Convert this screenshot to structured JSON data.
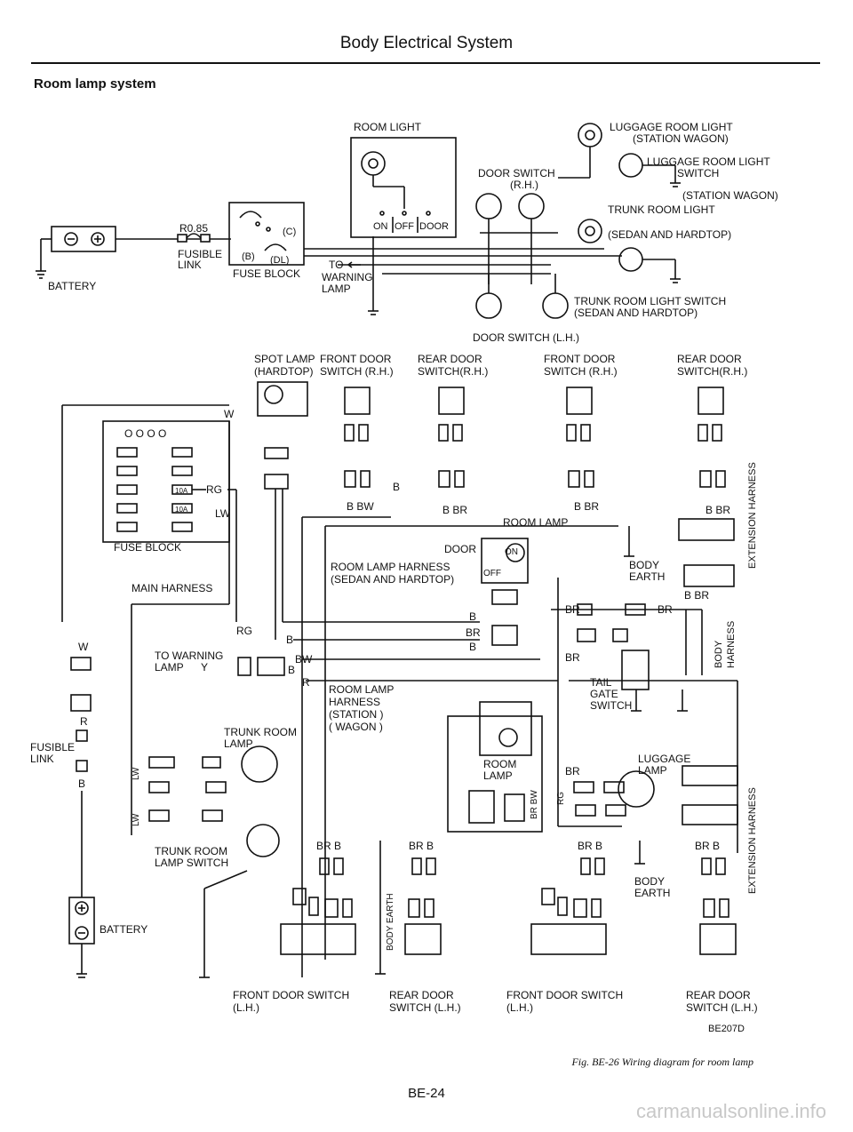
{
  "header": {
    "title": "Body Electrical System"
  },
  "section": {
    "title": "Room lamp system"
  },
  "top_diagram": {
    "room_light": "ROOM LIGHT",
    "switch_positions": [
      "ON",
      "OFF",
      "DOOR"
    ],
    "fusible_link_rating": "R0.85",
    "fusible_link": "FUSIBLE\nLINK",
    "battery": "BATTERY",
    "fuse_block": "FUSE BLOCK",
    "fuse_terminals": [
      "(C)",
      "(B)",
      "(DL)"
    ],
    "to_warning_lamp": "TO\nWARNING\nLAMP",
    "door_switch_rh": "DOOR SWITCH\n(R.H.)",
    "door_switch_lh": "DOOR SWITCH (L.H.)",
    "luggage_room_light": "LUGGAGE ROOM LIGHT\n(STATION WAGON)",
    "luggage_room_light_switch": "LUGGAGE ROOM LIGHT\nSWITCH",
    "station_wagon": "(STATION WAGON)",
    "trunk_room_light": "TRUNK ROOM LIGHT\n(SEDAN AND HARDTOP)",
    "trunk_room_light_switch": "TRUNK ROOM LIGHT SWITCH\n(SEDAN AND HARDTOP)"
  },
  "bottom_diagram": {
    "spot_lamp": "SPOT LAMP\n(HARDTOP)",
    "front_door_switch_rh": "FRONT DOOR\nSWITCH (R.H.)",
    "rear_door_switch_rh": "REAR DOOR\nSWITCH(R.H.)",
    "front_door_switch_rh_2": "FRONT DOOR\nSWITCH (R.H.)",
    "rear_door_switch_rh_2": "REAR DOOR\nSWITCH(R.H.)",
    "fuse_block": "FUSE BLOCK",
    "fuse_10a": "10A",
    "main_harness": "MAIN HARNESS",
    "to_warning_lamp": "TO WARNING\nLAMP",
    "room_lamp": "ROOM LAMP",
    "door": "DOOR",
    "on": "ON",
    "off": "OFF",
    "room_lamp_harness_sedan": "ROOM LAMP HARNESS\n(SEDAN AND HARDTOP)",
    "room_lamp_harness_wagon": "ROOM LAMP\nHARNESS\n(STATION )\n( WAGON )",
    "room_lamp_2": "ROOM\nLAMP",
    "body_earth": "BODY\nEARTH",
    "body_harness": "BODY\nHARNESS",
    "extension_harness": "EXTENSION HARNESS",
    "tail_gate_switch": "TAIL\nGATE\nSWITCH",
    "trunk_room_lamp": "TRUNK ROOM\nLAMP",
    "trunk_room_lamp_switch": "TRUNK ROOM\nLAMP SWITCH",
    "luggage_lamp": "LUGGAGE\nLAMP",
    "fusible_link": "FUSIBLE\nLINK",
    "battery": "BATTERY",
    "body_earth_vertical": "BODY EARTH",
    "front_door_switch_lh": "FRONT DOOR SWITCH\n(L.H.)",
    "rear_door_switch_lh": "REAR DOOR\nSWITCH (L.H.)",
    "front_door_switch_lh_2": "FRONT DOOR SWITCH\n(L.H.)",
    "rear_door_switch_lh_2": "REAR DOOR\nSWITCH (L.H.)",
    "wire_colors": [
      "W",
      "RG",
      "LW",
      "Y",
      "B",
      "BW",
      "R",
      "BR",
      "LW",
      "RG"
    ]
  },
  "figure_code": "BE207D",
  "caption": "Fig. BE-26  Wiring diagram for room lamp",
  "page_number": "BE-24",
  "watermark": "carmanualsonline.info"
}
